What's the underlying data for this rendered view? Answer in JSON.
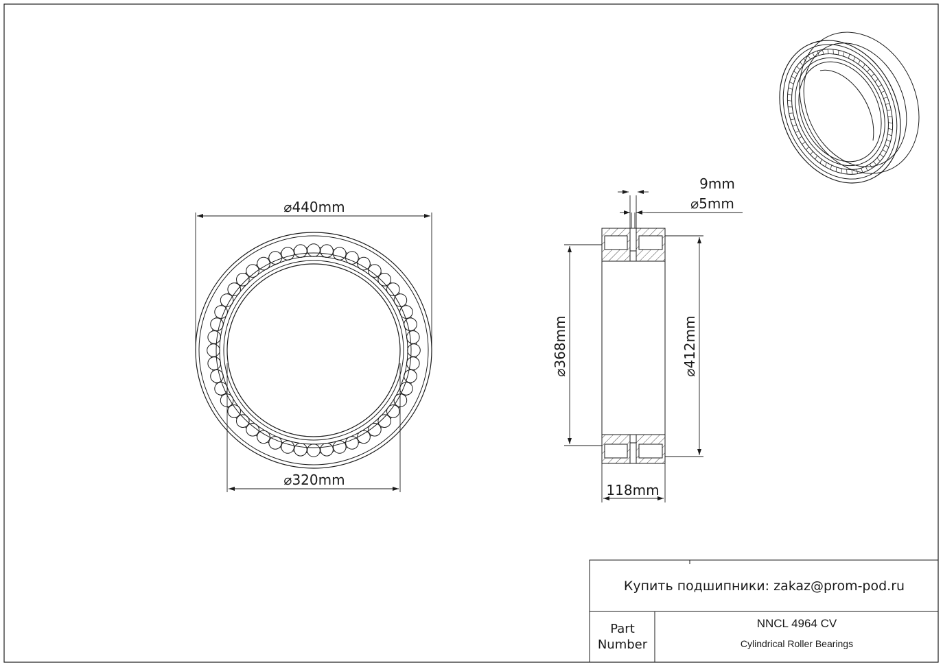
{
  "dimensions": {
    "outer_diameter": "440mm",
    "bore_diameter": "320mm",
    "width": "118mm",
    "inner_race_diameter": "368mm",
    "outer_race_diameter": "412mm",
    "lube_groove_width": "9mm",
    "lube_hole_diameter": "5mm"
  },
  "title_block": {
    "contact": "Купить подшипники: zakaz@prom-pod.ru",
    "part_label": "Part\nNumber",
    "part_name": "NNCL 4964 CV",
    "part_description": "Cylindrical Roller Bearings"
  },
  "colors": {
    "line": "#1a1a1a",
    "background": "#ffffff"
  }
}
